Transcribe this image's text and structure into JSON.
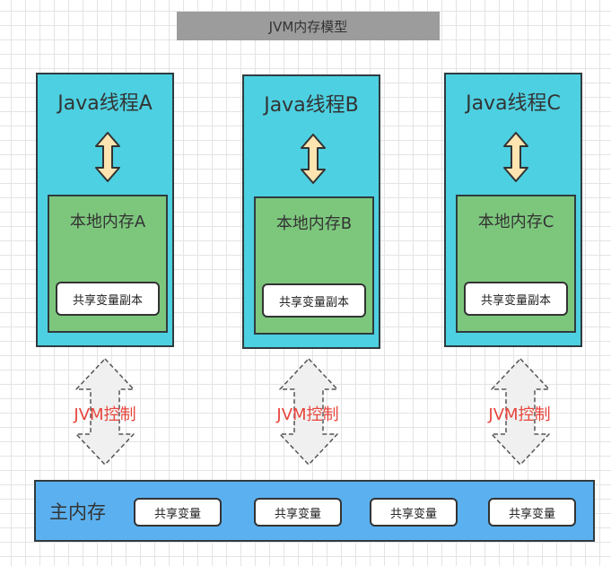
{
  "title": "JVM内存模型",
  "threads": [
    {
      "title": "Java线程A",
      "local_memory": "本地内存A",
      "copy": "共享变量副本"
    },
    {
      "title": "Java线程B",
      "local_memory": "本地内存B",
      "copy": "共享变量副本"
    },
    {
      "title": "Java线程C",
      "local_memory": "本地内存C",
      "copy": "共享变量副本"
    }
  ],
  "control_label": "JVM控制",
  "main_memory": {
    "title": "主内存",
    "variables": [
      "共享变量",
      "共享变量",
      "共享变量",
      "共享变量"
    ]
  },
  "colors": {
    "thread": "#4dd0e1",
    "local_memory": "#7dc77d",
    "main_memory": "#5bb1f0",
    "arrow": "#fde4b0",
    "control_label": "#e8453c"
  }
}
